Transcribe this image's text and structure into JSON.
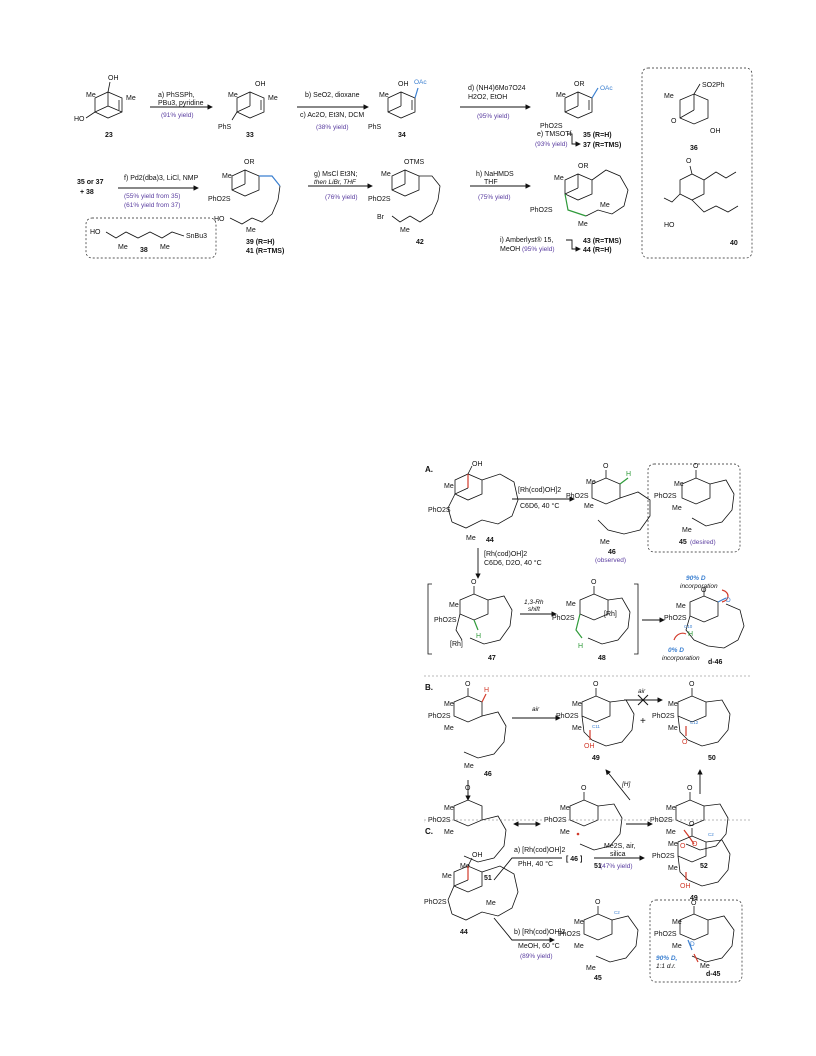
{
  "scheme1": {
    "compounds": {
      "c23": "23",
      "c33": "33",
      "c34": "34",
      "c35_37": "35 (R=H)",
      "c37": "37 (R=TMS)",
      "c36": "36",
      "c40": "40",
      "c38": "38",
      "c39": "39 (R=H)",
      "c41": "41 (R=TMS)",
      "c42": "42",
      "c43": "43 (R=TMS)",
      "c44": "44 (R=H)",
      "start2": "35 or 37",
      "plus38": "+ 38"
    },
    "steps": {
      "a1": "a) PhSSPh,",
      "a2": "PBu3, pyridine",
      "a_yield": "(91% yield)",
      "b": "b) SeO2, dioxane",
      "c": "c) Ac2O, Et3N, DCM",
      "bc_yield": "(38% yield)",
      "d1": "d) (NH4)6Mo7O24",
      "d2": "H2O2, EtOH",
      "d_yield": "(95% yield)",
      "e": "e) TMSOTf",
      "e_yield": "(93% yield)",
      "f": "f) Pd2(dba)3, LiCl, NMP",
      "f_yield1": "(55% yield from 35)",
      "f_yield2": "(61% yield from 37)",
      "g1": "g) MsCl Et3N;",
      "g2": "then LiBr, THF",
      "g_yield": "(76% yield)",
      "h1": "h) NaHMDS",
      "h2": "THF",
      "h_yield": "(75% yield)",
      "i1": "i) Amberlyst® 15,",
      "i2": "MeOH",
      "i_yield": "(95% yield)"
    },
    "labels": {
      "OH": "OH",
      "Me": "Me",
      "HO": "HO",
      "PhS": "PhS",
      "OAc": "OAc",
      "OR": "OR",
      "PhO2S": "PhO2S",
      "OTMS": "OTMS",
      "Br": "Br",
      "SO2Ph": "SO2Ph",
      "SnBu3": "SnBu3",
      "O": "O"
    }
  },
  "scheme2": {
    "sectionA": "A.",
    "sectionB": "B.",
    "sectionC": "C.",
    "condA1": "[Rh(cod)OH]2",
    "condA2": "C6D6, 40 °C",
    "condA3": "[Rh(cod)OH]2",
    "condA4": "C6D6, D2O, 40 °C",
    "observed": "(observed)",
    "desired": "(desired)",
    "shift": "1,3-Rh",
    "shift2": "shift",
    "d90": "90% D",
    "d90b": "incorporation",
    "d0": "0% D",
    "d0b": "incorporation",
    "Rh": "[Rh]",
    "D": "D",
    "H": "H",
    "C10": "C10",
    "C11": "C11",
    "C12": "C12",
    "C2": "C2",
    "air": "air",
    "HH": "[H]",
    "condC1": "a) [Rh(cod)OH]2",
    "condC2": "PhH, 40 °C",
    "bracket46": "[ 46 ]",
    "condC3": "Me2S, air,",
    "condC4": "silica",
    "yieldC1": "(47% yield)",
    "condC5": "b) [Rh(cod)OH]2",
    "condC6": "MeOH, 60 °C",
    "yieldC2": "(89% yield)",
    "note1": "90% D,",
    "note2": "1:1 d.r.",
    "c44": "44",
    "c45": "45",
    "c46": "46",
    "c47": "47",
    "c48": "48",
    "c49": "49",
    "c50": "50",
    "c51": "51",
    "c52": "52",
    "cd46": "d-46",
    "cd45": "d-45",
    "plus": "+",
    "PhO2S": "PhO2S",
    "Me": "Me",
    "O": "O",
    "OH": "OH"
  }
}
